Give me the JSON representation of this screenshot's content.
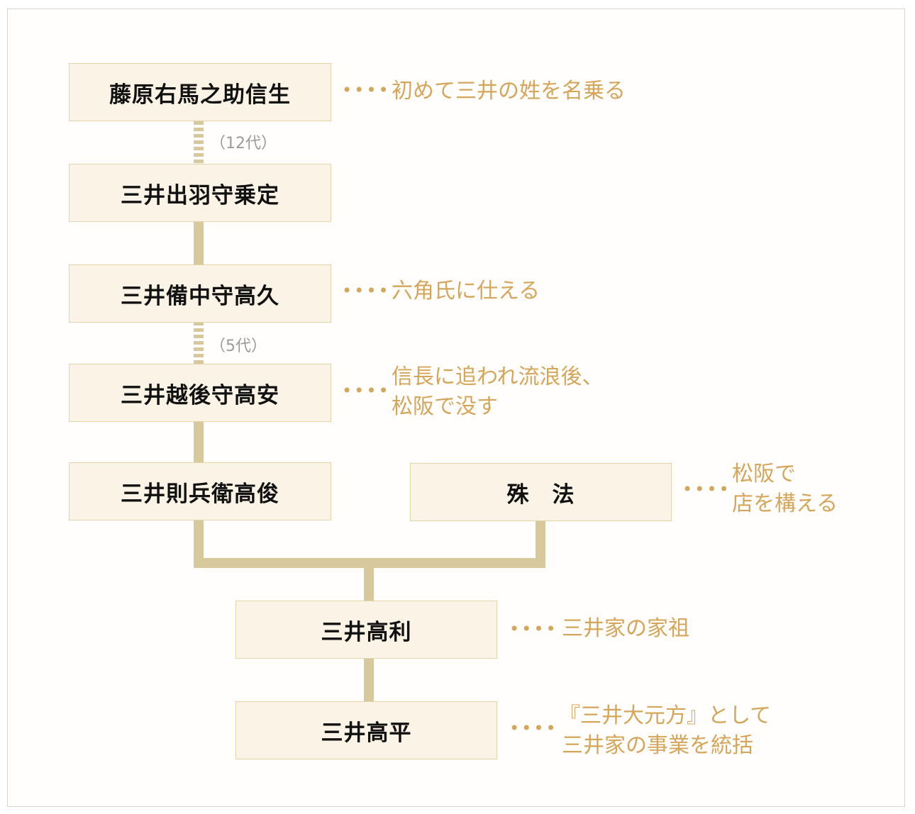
{
  "persons": {
    "fujiwara": "藤原右馬之助信生",
    "norisada": "三井出羽守乗定",
    "takahisa": "三井備中守高久",
    "takayasu": "三井越後守高安",
    "takatoshi_n": "三井則兵衛高俊",
    "shuho": "殊　法",
    "takatoshi": "三井高利",
    "takahira": "三井高平"
  },
  "generations": {
    "g12": "（12代）",
    "g5": "（5代）"
  },
  "notes": {
    "fujiwara": "初めて三井の姓を名乗る",
    "takahisa": "六角氏に仕える",
    "takayasu_1": "信長に追われ流浪後、",
    "takayasu_2": "松阪で没す",
    "shuho_1": "松阪で",
    "shuho_2": "店を構える",
    "takatoshi": "三井家の家祖",
    "takahira_1": "『三井大元方』として",
    "takahira_2": "三井家の事業を統括"
  },
  "dots": "••••",
  "colors": {
    "box_fill": "#fbf4e6",
    "box_border": "#e4d3aa",
    "connector": "#d8c99d",
    "note_text": "#d5a65a",
    "name_text": "#111111"
  }
}
